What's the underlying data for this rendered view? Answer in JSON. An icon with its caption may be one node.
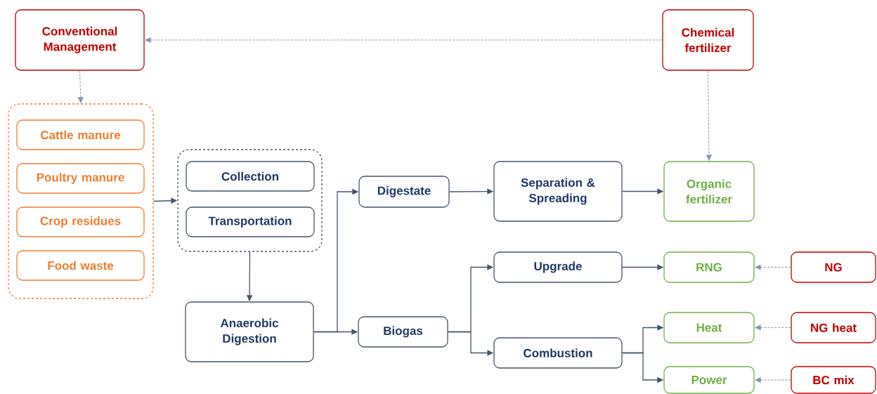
{
  "diagram": {
    "nodes": [
      {
        "text": [
          "Conventional Management"
        ]
      },
      {
        "text": [
          "Chemical fertilizer"
        ]
      },
      {
        "text": [],
        "shape": "box"
      },
      {
        "text": [
          "Cattle manure"
        ],
        "in": 2
      },
      {
        "text": [
          "Poultry manure"
        ],
        "in": 2
      },
      {
        "text": [
          "Crop residues"
        ],
        "in": 2
      },
      {
        "text": [
          "Food waste"
        ],
        "in": 2
      },
      {
        "text": [],
        "shape": "box"
      },
      {
        "text": [
          "Collection"
        ],
        "in": 7
      },
      {
        "text": [
          "Transportation"
        ],
        "in": 7
      },
      {
        "text": [
          "Anaerobic Digestion"
        ]
      },
      {
        "text": [
          "Digestate"
        ]
      },
      {
        "text": [
          "Biogas"
        ]
      },
      {
        "text": [
          "Separation & Spreading"
        ]
      },
      {
        "text": [
          "Organic fertilizer"
        ]
      },
      {
        "text": [
          "Upgrade"
        ]
      },
      {
        "text": [
          "Combustion"
        ]
      },
      {
        "text": [
          "RNG"
        ]
      },
      {
        "text": [
          "Heat"
        ]
      },
      {
        "text": [
          "Power"
        ]
      },
      {
        "text": [
          "NG"
        ]
      },
      {
        "text": [
          "NG heat"
        ]
      },
      {
        "text": [
          "BC mix"
        ]
      }
    ],
    "edges": [
      {
        "from": 1,
        "to": 0,
        "arrow": "to",
        "style": "dashed",
        "color": "#8497b0"
      },
      {
        "from": 0,
        "to": 2,
        "arrow": "to",
        "style": "dashed",
        "color": "#8497b0"
      },
      {
        "from": 1,
        "to": 14,
        "arrow": "to",
        "style": "dashed",
        "color": "#8497b0"
      },
      {
        "from": 2,
        "to": 7,
        "arrow": "to"
      },
      {
        "from": 7,
        "to": 10,
        "arrow": "to"
      },
      {
        "from": 10,
        "to": 11,
        "arrow": "to"
      },
      {
        "from": 10,
        "to": 12,
        "arrow": "to"
      },
      {
        "from": 11,
        "to": 13,
        "arrow": "to"
      },
      {
        "from": 13,
        "to": 14,
        "arrow": "to"
      },
      {
        "from": 12,
        "to": 15,
        "arrow": "to"
      },
      {
        "from": 12,
        "to": 16,
        "arrow": "to"
      },
      {
        "from": 15,
        "to": 17,
        "arrow": "to"
      },
      {
        "from": 16,
        "to": 18,
        "arrow": "to"
      },
      {
        "from": 16,
        "to": 19,
        "arrow": "to"
      },
      {
        "from": 20,
        "to": 17,
        "arrow": "to",
        "style": "dashed",
        "color": "#8497b0"
      },
      {
        "from": 21,
        "to": 18,
        "arrow": "to",
        "style": "dashed",
        "color": "#8497b0"
      },
      {
        "from": 22,
        "to": 19,
        "arrow": "to",
        "style": "dashed",
        "color": "#8497b0"
      }
    ]
  }
}
